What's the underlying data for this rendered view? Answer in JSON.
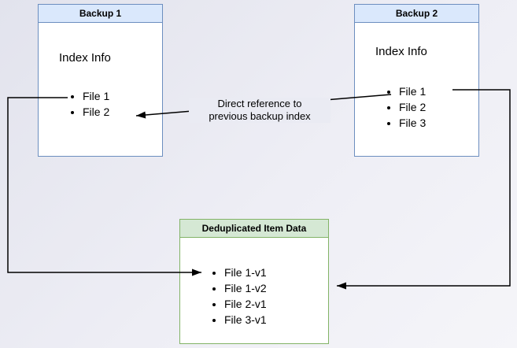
{
  "diagram": {
    "backup1": {
      "title": "Backup 1",
      "subtitle": "Index Info",
      "items": [
        "File 1",
        "File 2"
      ]
    },
    "backup2": {
      "title": "Backup 2",
      "subtitle": "Index Info",
      "items": [
        "File 1",
        "File 2",
        "File 3"
      ]
    },
    "dedup": {
      "title": "Deduplicated Item Data",
      "items": [
        "File 1-v1",
        "File 1-v2",
        "File 2-v1",
        "File 3-v1"
      ]
    },
    "annotation": {
      "line1": "Direct reference to",
      "line2": "previous backup index"
    },
    "colors": {
      "backup_header_fill": "#dae8fc",
      "backup_border": "#6c8ebf",
      "dedup_header_fill": "#d5e8d4",
      "dedup_border": "#82b366",
      "edge_stroke": "#000000"
    }
  }
}
